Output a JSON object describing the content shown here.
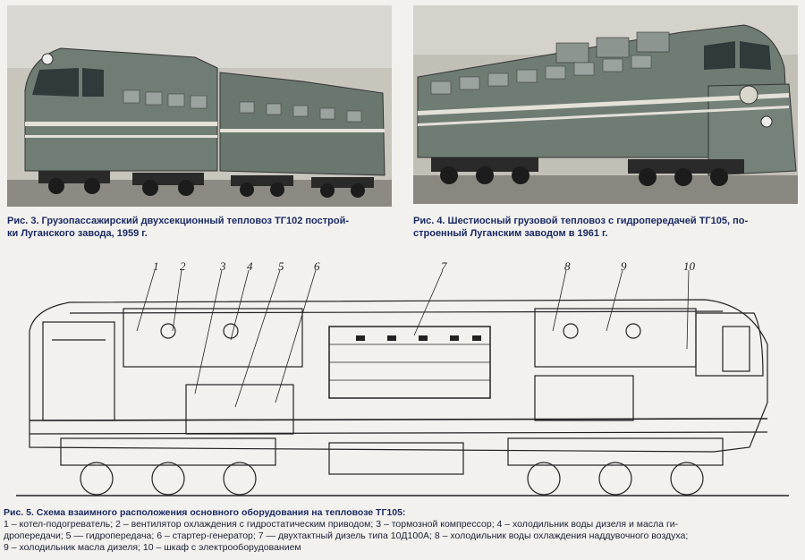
{
  "figure1": {
    "caption_line1": "Рис. 3. Грузопассажирский двухсекционный тепловоз ТГ102 построй-",
    "caption_line2": "ки Луганского завода, 1959 г."
  },
  "figure2": {
    "caption_line1": "Рис. 4. Шестиосный грузовой тепловоз с гидропередачей ТГ105, по-",
    "caption_line2": "строенный Луганским заводом в 1961 г."
  },
  "diagram": {
    "callouts": [
      "1",
      "2",
      "3",
      "4",
      "5",
      "6",
      "7",
      "8",
      "9",
      "10"
    ]
  },
  "legend": {
    "title": "Рис. 5. Схема взаимного расположения основного оборудования на тепловозе ТГ105:",
    "line1": "1 – котел-подогреватель; 2 – вентилятор охлаждения с гидростатическим приводом; 3 – тормозной компрессор; 4 – холодильник воды дизеля и масла ги-",
    "line2": "дропередачи; 5 — гидропередача; 6 – стартер-генератор; 7 — двухтактный дизель типа 10Д100А; 8 – холодильник воды охлаждения наддувочного воздуха;",
    "line3": "9 – холодильник масла дизеля; 10 – шкаф с электрооборудованием"
  }
}
